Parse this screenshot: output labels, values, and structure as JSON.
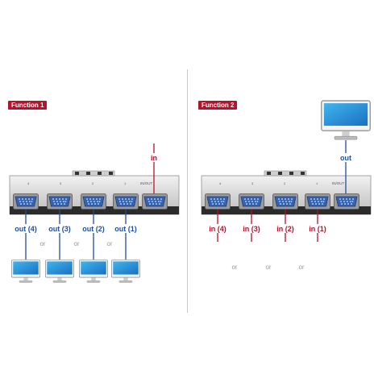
{
  "colors": {
    "accent": "#b5122b",
    "out_line": "#1f4f9c",
    "in_line": "#b5122b",
    "label_blue": "#1f4f9c",
    "label_red": "#b5122b",
    "or_text": "#9a9a9a",
    "port_blue": "#3563b0"
  },
  "function1": {
    "title": "Function 1",
    "source_label": "in",
    "io_mark": "IN/OUT",
    "output_labels": [
      "out (4)",
      "out (3)",
      "out (2)",
      "out (1)"
    ],
    "separator": "or",
    "icons": {
      "source": "pc-tower-icon",
      "targets": "monitor-icon"
    }
  },
  "function2": {
    "title": "Function 2",
    "display_label": "out",
    "io_mark": "IN/OUT",
    "input_labels": [
      "in (4)",
      "in (3)",
      "in (2)",
      "in (1)"
    ],
    "separator": "or",
    "icons": {
      "display": "monitor-icon",
      "sources": "pc-tower-icon"
    }
  }
}
